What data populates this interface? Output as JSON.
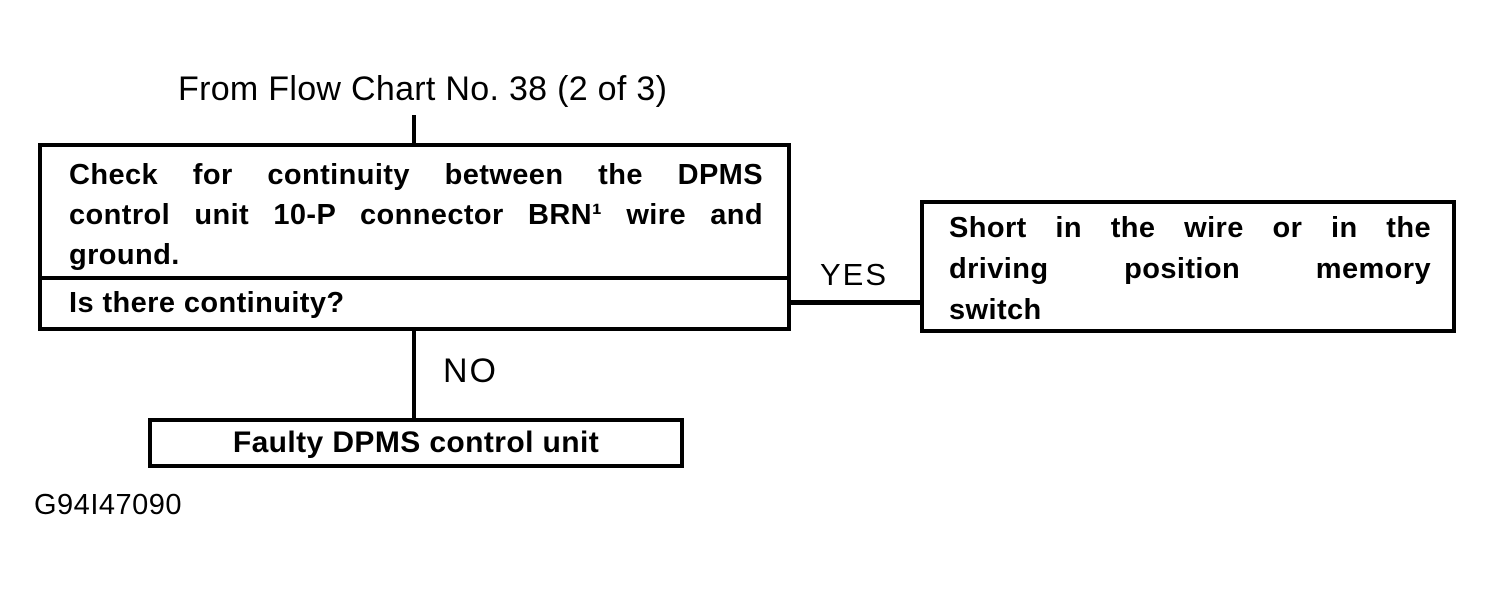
{
  "page": {
    "background_color": "#ffffff",
    "ink_color": "#000000"
  },
  "flowchart": {
    "source_label": "From Flow Chart No. 38 (2 of 3)",
    "process_box": {
      "instruction_lines": [
        "Check for continuity between the DPMS",
        "control unit 10-P connector BRN¹ wire and",
        "ground."
      ],
      "question": "Is there continuity?"
    },
    "yes_label": "YES",
    "no_label": "NO",
    "yes_result_box": {
      "lines": [
        "Short in the wire or in the",
        "driving position memory",
        "switch"
      ]
    },
    "no_result_box": {
      "label": "Faulty DPMS control unit"
    },
    "figure_id": "G94I47090"
  }
}
